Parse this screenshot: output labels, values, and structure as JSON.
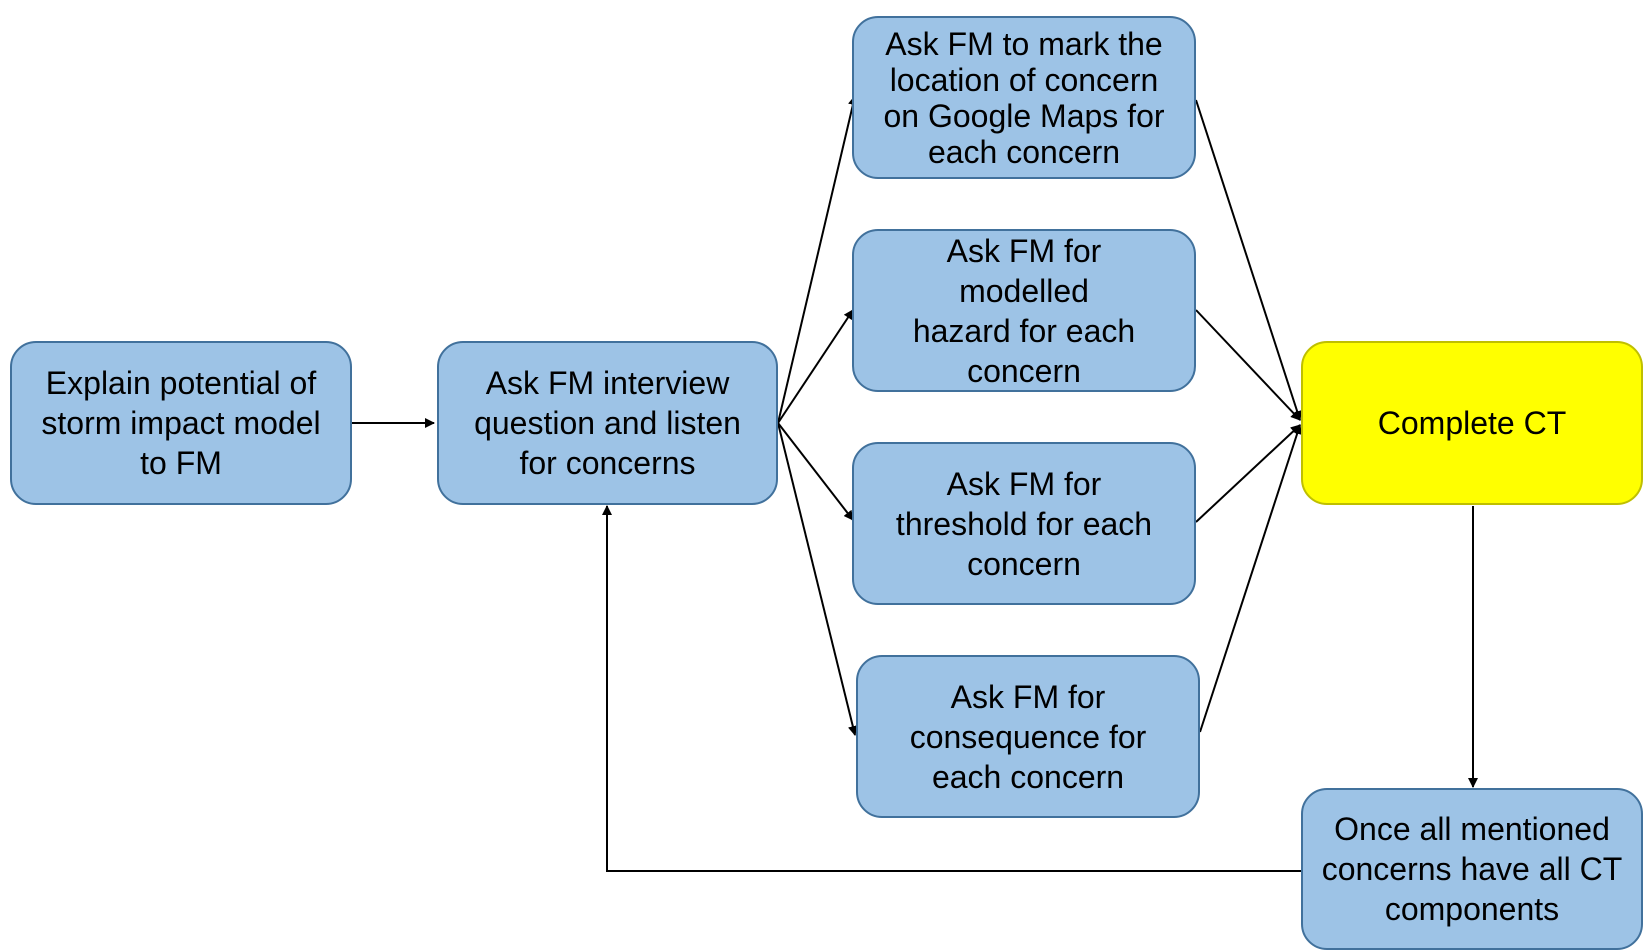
{
  "colors": {
    "node_fill": "#9dc3e6",
    "node_border": "#41719c",
    "highlight_fill": "#ffff00",
    "highlight_border": "#bfbf00",
    "arrow": "#000000"
  },
  "nodes": {
    "explain": {
      "text": "Explain potential of storm impact model to FM"
    },
    "interview": {
      "text": "Ask FM interview question and listen for concerns"
    },
    "location": {
      "text": "Ask FM to mark the location of concern on Google Maps for each concern"
    },
    "hazard": {
      "text": "Ask FM for modelled hazard for each concern"
    },
    "threshold": {
      "text": "Ask FM for threshold for each concern"
    },
    "consequence": {
      "text": "Ask FM for consequence for each concern"
    },
    "complete": {
      "text": "Complete CT"
    },
    "once_all": {
      "text": "Once all mentioned concerns have all CT components"
    }
  },
  "edges": [
    {
      "from": "explain",
      "to": "interview"
    },
    {
      "from": "interview",
      "to": "location"
    },
    {
      "from": "interview",
      "to": "hazard"
    },
    {
      "from": "interview",
      "to": "threshold"
    },
    {
      "from": "interview",
      "to": "consequence"
    },
    {
      "from": "location",
      "to": "complete"
    },
    {
      "from": "hazard",
      "to": "complete"
    },
    {
      "from": "threshold",
      "to": "complete"
    },
    {
      "from": "consequence",
      "to": "complete"
    },
    {
      "from": "complete",
      "to": "once_all"
    },
    {
      "from": "once_all",
      "to": "interview"
    }
  ]
}
